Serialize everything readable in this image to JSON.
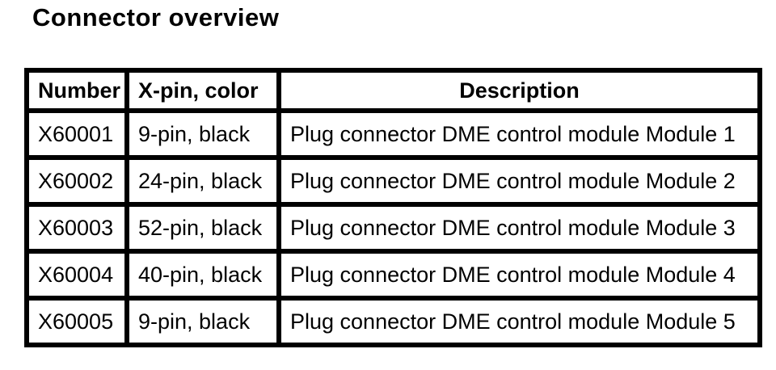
{
  "page": {
    "title": "Connector overview"
  },
  "colors": {
    "background": "#ffffff",
    "border": "#000000",
    "text": "#000000"
  },
  "table": {
    "headers": {
      "number": "Number",
      "pin_color": "X-pin, color",
      "description": "Description"
    },
    "rows": [
      {
        "number": "X60001",
        "pin_color": "9-pin, black",
        "description": "Plug connector DME control module Module 1"
      },
      {
        "number": "X60002",
        "pin_color": "24-pin, black",
        "description": "Plug connector DME control module Module 2"
      },
      {
        "number": "X60003",
        "pin_color": "52-pin, black",
        "description": "Plug connector DME control module Module 3"
      },
      {
        "number": "X60004",
        "pin_color": "40-pin, black",
        "description": "Plug connector DME control module Module 4"
      },
      {
        "number": "X60005",
        "pin_color": "9-pin, black",
        "description": "Plug connector DME control module Module 5"
      }
    ]
  }
}
